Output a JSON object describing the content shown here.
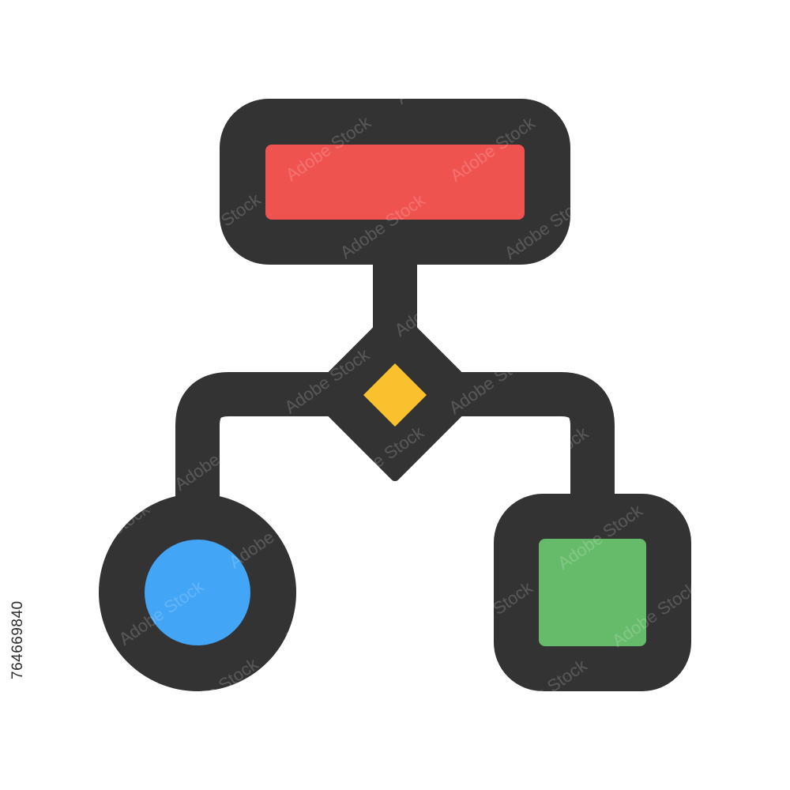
{
  "image": {
    "background": "#ffffff",
    "stock_id": "764669840",
    "watermark_text": "Adobe Stock"
  },
  "icon": {
    "name": "flowchart-icon",
    "outline_color": "#333333",
    "nodes": {
      "process": {
        "shape": "rounded-rectangle",
        "fill": "#EF5350"
      },
      "decision": {
        "shape": "diamond",
        "fill": "#FBC02D"
      },
      "terminal_left": {
        "shape": "circle",
        "fill": "#42A5F5"
      },
      "terminal_right": {
        "shape": "rounded-square",
        "fill": "#66BB6A"
      }
    }
  }
}
